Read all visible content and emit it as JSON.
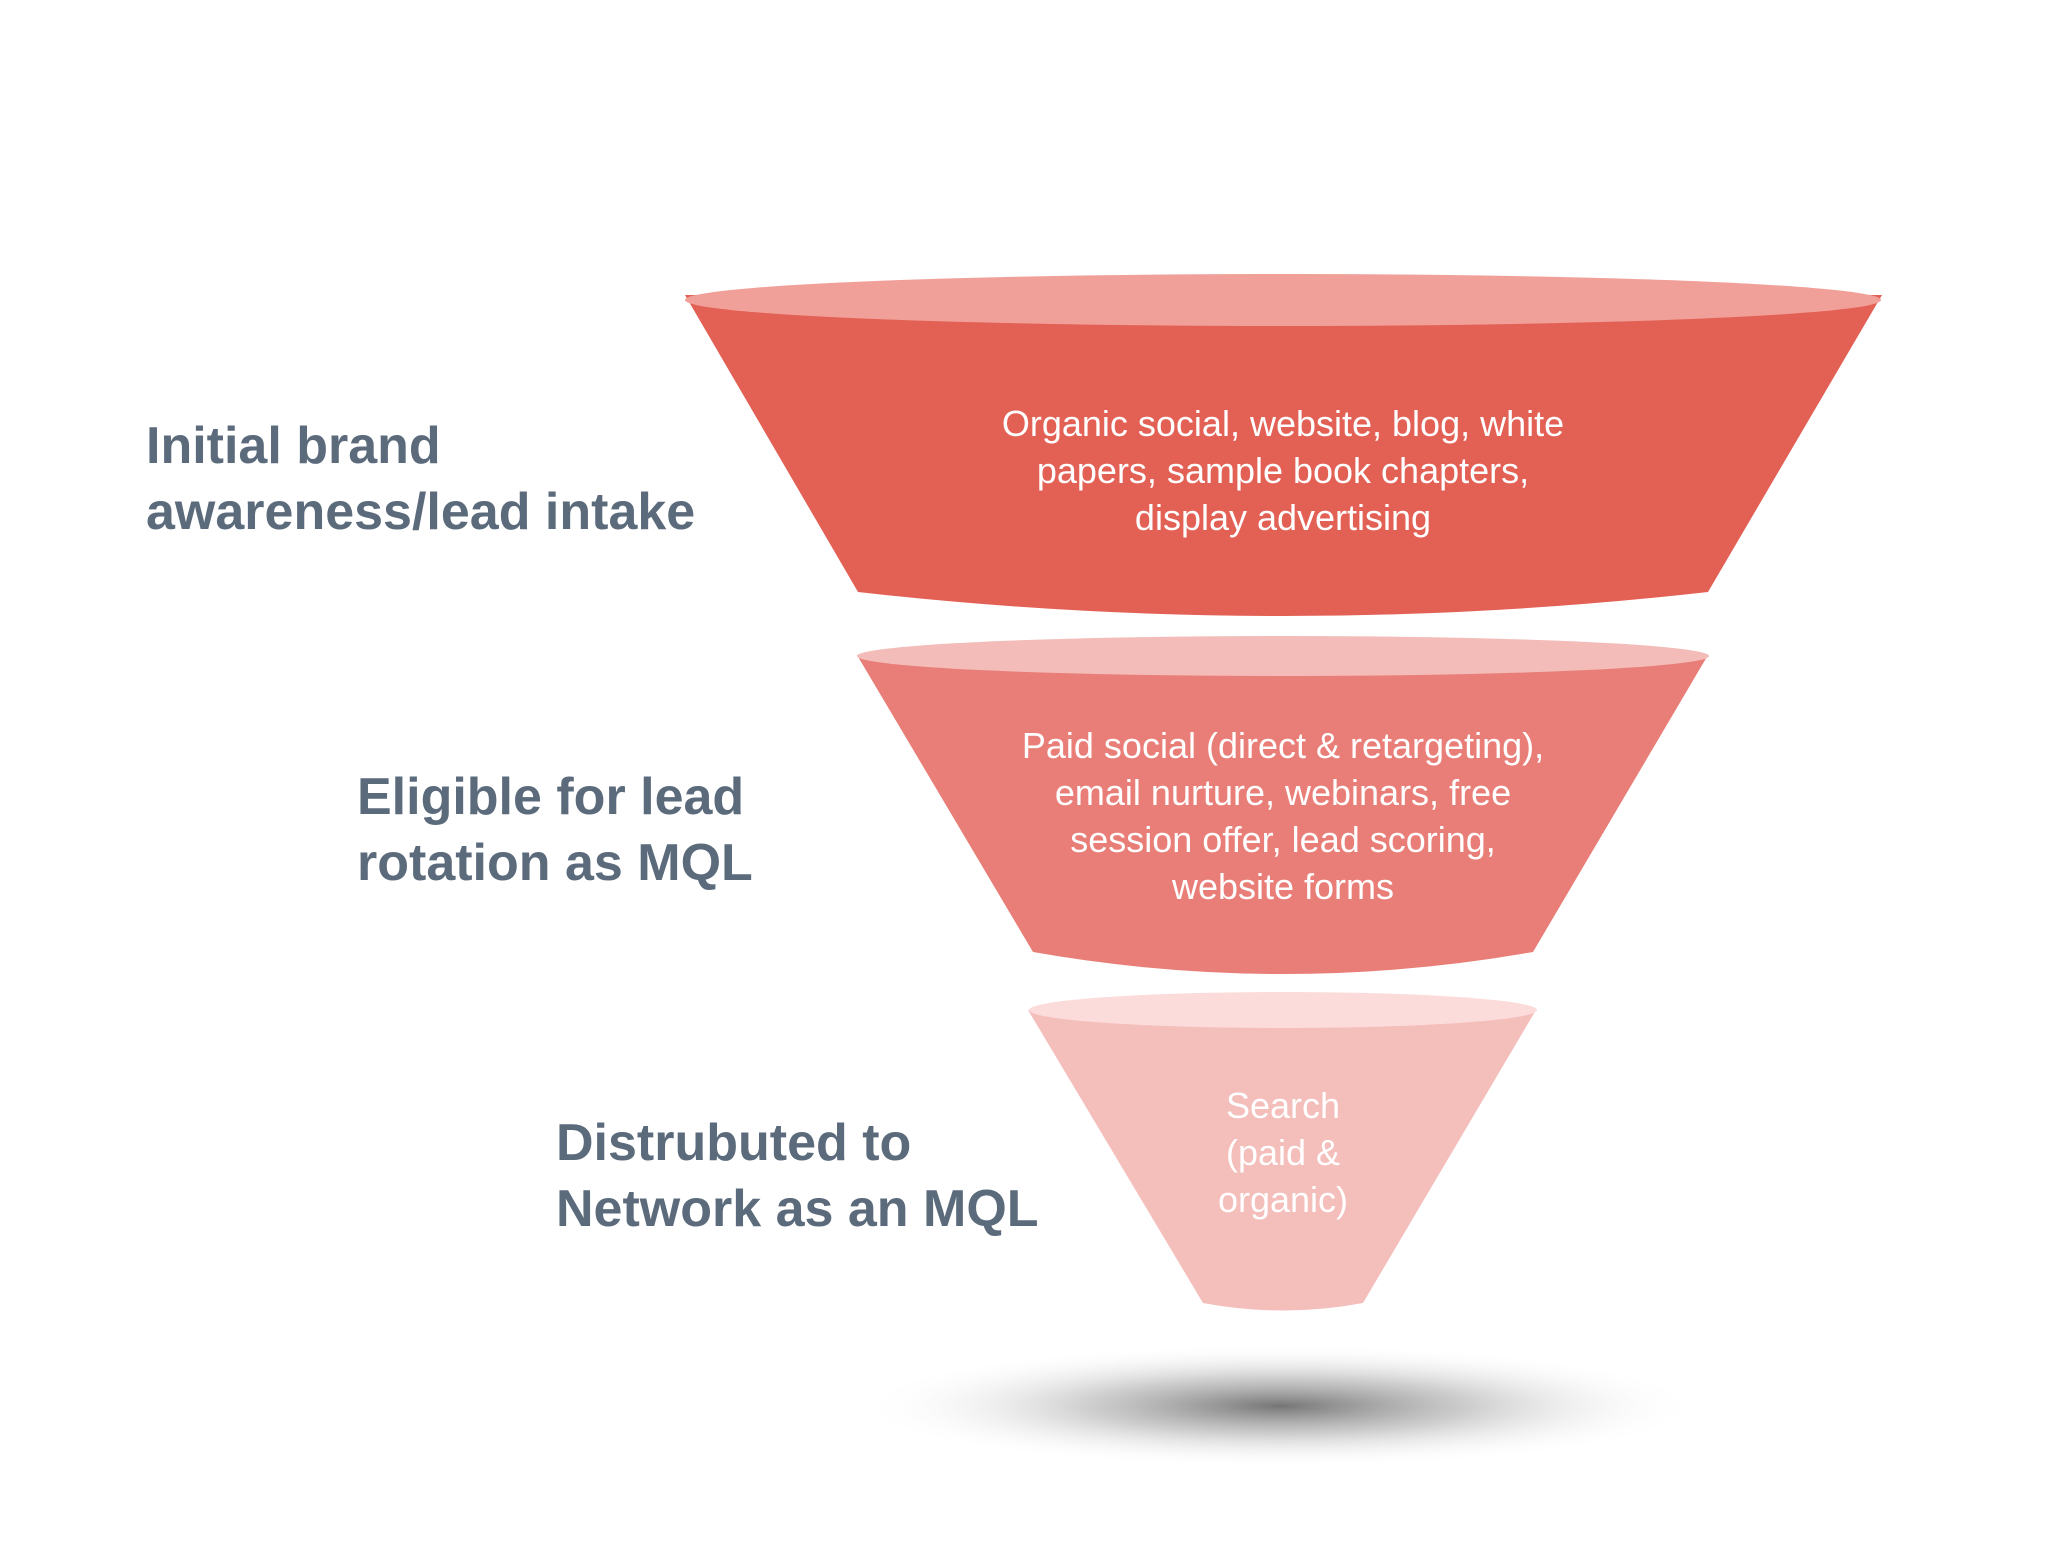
{
  "stages": [
    {
      "label_lines": [
        "Initial brand",
        "awareness/lead intake"
      ],
      "desc_lines": [
        "Organic social, website, blog, white",
        "papers, sample book chapters,",
        "display advertising"
      ],
      "body_color": "#e36055",
      "top_color": "#f0a099"
    },
    {
      "label_lines": [
        "Eligible for lead",
        "rotation as MQL"
      ],
      "desc_lines": [
        "Paid social (direct & retargeting),",
        "email nurture, webinars, free",
        "session offer, lead scoring,",
        "website forms"
      ],
      "body_color": "#e87e77",
      "top_color": "#f3bcb8"
    },
    {
      "label_lines": [
        "Distrubuted to",
        "Network as an MQL"
      ],
      "desc_lines": [
        "Search",
        "(paid &",
        "organic)"
      ],
      "body_color": "#f4bebb",
      "top_color": "#fbdcda"
    }
  ]
}
